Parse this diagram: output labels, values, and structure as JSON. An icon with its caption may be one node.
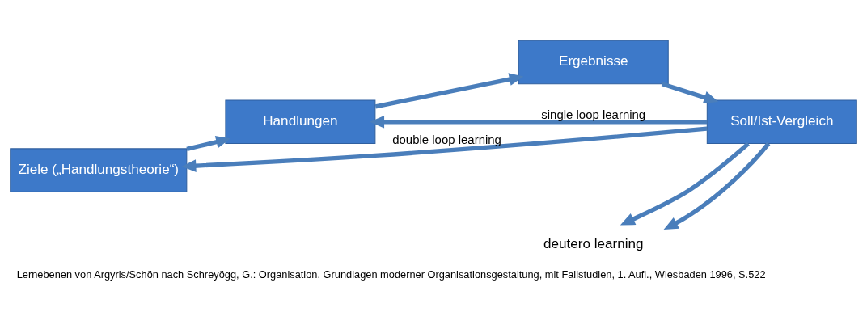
{
  "diagram": {
    "caption": "Lernebenen von Argyris/Schön nach Schreyögg, G.: Organisation. Grundlagen moderner Organisationsgestaltung, mit Fallstudien, 1. Aufl., Wiesbaden 1996, S.522",
    "nodes": [
      {
        "text": [
          "Ziele („Handlungstheorie“)"
        ]
      },
      {
        "text": [
          "Handlungen"
        ]
      },
      {
        "text": [
          "Ergebnisse"
        ]
      },
      {
        "text": [
          "Soll/Ist-Vergleich"
        ]
      },
      {
        "text": [
          "deutero learning"
        ]
      }
    ],
    "edges": [
      {
        "from": 0,
        "to": 1,
        "arrow": "to"
      },
      {
        "from": 1,
        "to": 2,
        "arrow": "to"
      },
      {
        "from": 2,
        "to": 3,
        "arrow": "to"
      },
      {
        "from": 3,
        "to": 1,
        "arrow": "to",
        "label": "single loop learning"
      },
      {
        "from": 3,
        "to": 0,
        "arrow": "to",
        "label": "double loop learning"
      },
      {
        "from": 3,
        "to": 4,
        "arrow": "to"
      },
      {
        "from": 3,
        "to": 4,
        "arrow": "to"
      }
    ]
  }
}
